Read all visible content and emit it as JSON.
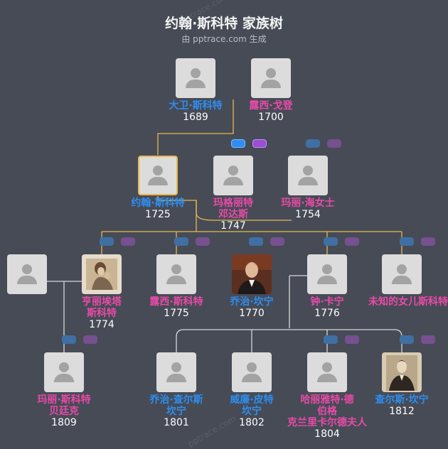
{
  "header": {
    "title": "约翰·斯科特 家族树",
    "subtitle": "由 pptrace.com 生成"
  },
  "watermark": "pptrace.com",
  "colors": {
    "background": "#464b56",
    "male": "#2e8ef0",
    "female": "#ea4aa8",
    "selected_border": "#e8b94a",
    "line_highlight": "#e8b94a",
    "line_normal": "#d8d8d8"
  },
  "people": {
    "david": {
      "name": "大卫·斯科特",
      "year": "1689",
      "gender": "male"
    },
    "lucy_gordon": {
      "name": "露西·戈登",
      "year": "1700",
      "gender": "female"
    },
    "john": {
      "name": "约翰·斯科特",
      "year": "1725",
      "gender": "male",
      "selected": true
    },
    "margaret_dundas": {
      "name_lines": [
        "玛格丽特",
        "邓达斯"
      ],
      "year": "1747",
      "gender": "female"
    },
    "mary_hailey": {
      "name": "玛丽·海女士",
      "year": "1754",
      "gender": "female"
    },
    "unknown_child": {
      "name": "",
      "year": "",
      "gender": "unknown"
    },
    "henrietta": {
      "name_lines": [
        "亨丽埃塔",
        "斯科特"
      ],
      "year": "1774",
      "gender": "female",
      "photo": true
    },
    "lucy_scott": {
      "name": "露西·斯科特",
      "year": "1775",
      "gender": "female"
    },
    "george_canning": {
      "name": "乔治·坎宁",
      "year": "1770",
      "gender": "male",
      "photo": true
    },
    "joan_canning": {
      "name": "钟·卡宁",
      "year": "1776",
      "gender": "female"
    },
    "unknown_daughter": {
      "name": "未知的女儿斯科特",
      "year": "",
      "gender": "female"
    },
    "mary_bentinck": {
      "name_lines": [
        "玛丽·斯科特",
        "贝廷克"
      ],
      "year": "1809",
      "gender": "female"
    },
    "george_charles": {
      "name_lines": [
        "乔治·查尔斯",
        "坎宁"
      ],
      "year": "1801",
      "gender": "male"
    },
    "william_pitt": {
      "name_lines": [
        "威廉·皮特",
        "坎宁"
      ],
      "year": "1802",
      "gender": "male"
    },
    "harriet": {
      "name_lines": [
        "哈丽雅特·德",
        "伯格",
        "克兰里卡尔德夫人"
      ],
      "year": "1804",
      "gender": "female"
    },
    "charles_canning": {
      "name": "查尔斯·坎宁",
      "year": "1812",
      "gender": "male",
      "photo": true
    }
  }
}
